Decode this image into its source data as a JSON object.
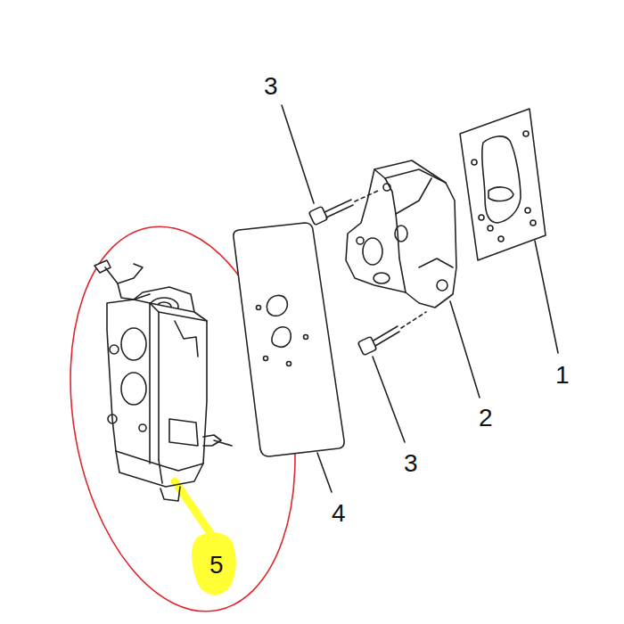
{
  "diagram": {
    "labels": [
      "3",
      "1",
      "2",
      "3",
      "4",
      "5"
    ]
  }
}
